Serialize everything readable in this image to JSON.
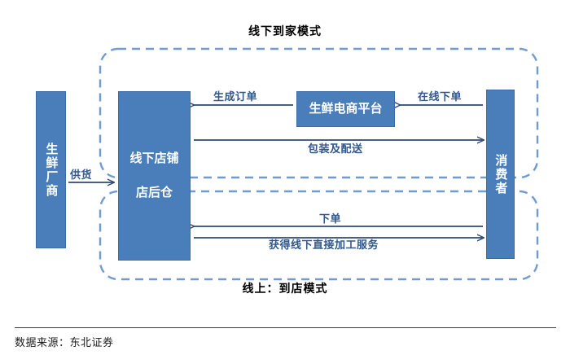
{
  "figure": {
    "regions": [
      {
        "id": "online-to-home",
        "title": "线下到家模式"
      },
      {
        "id": "online-to-store",
        "title": "线上：到店模式"
      }
    ],
    "nodes": [
      {
        "id": "supplier",
        "label": "生鲜厂商"
      },
      {
        "id": "store",
        "label_line1": "线下店铺",
        "label_line2": "店后仓"
      },
      {
        "id": "platform",
        "label": "生鲜电商平台"
      },
      {
        "id": "consumer",
        "label": "消费者"
      }
    ],
    "edges": [
      {
        "id": "supply",
        "label": "供货",
        "from": "supplier",
        "to": "store",
        "direction": "right"
      },
      {
        "id": "generate-order",
        "label": "生成订单",
        "from": "platform",
        "to": "store",
        "direction": "left"
      },
      {
        "id": "online-order",
        "label": "在线下单",
        "from": "consumer",
        "to": "platform",
        "direction": "left"
      },
      {
        "id": "pack-deliver",
        "label": "包装及配送",
        "from": "store",
        "to": "consumer",
        "direction": "right"
      },
      {
        "id": "place-order",
        "label": "下单",
        "from": "consumer",
        "to": "store",
        "direction": "left"
      },
      {
        "id": "offline-process",
        "label": "获得线下直接加工服务",
        "from": "store",
        "to": "consumer",
        "direction": "right"
      }
    ]
  },
  "footer": {
    "source": "数据来源：东北证券"
  },
  "colors": {
    "box_fill": "#4a7ebb",
    "box_stroke": "#3c6ba5",
    "arrow": "#2e4a73",
    "label_text": "#30588c",
    "dashed_region": "#6f9bd1",
    "title_text": "#000000"
  }
}
